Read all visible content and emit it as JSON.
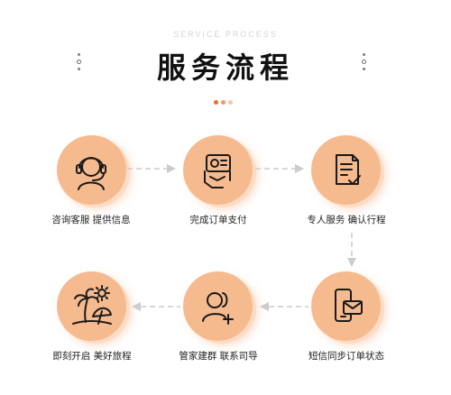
{
  "header": {
    "eyebrow": "SERVICE PROCESS",
    "title": "服务流程"
  },
  "colors": {
    "circle_fill": "#f6ba8f",
    "circle_glow": "#fcdcc4",
    "accent_dot": "#ee6e1f",
    "accent_dot_light": "#f8c6a2",
    "arrow": "#cccccc",
    "icon_stroke": "#1a1a1a"
  },
  "steps": [
    {
      "label": "咨询客服  提供信息",
      "icon": "customer-service-headset-icon"
    },
    {
      "label": "完成订单支付",
      "icon": "payment-hand-card-icon"
    },
    {
      "label": "专人服务  确认行程",
      "icon": "document-checklist-icon"
    },
    {
      "label": "短信同步订单状态",
      "icon": "phone-message-icon"
    },
    {
      "label": "管家建群  联系司导",
      "icon": "add-user-icon"
    },
    {
      "label": "即刻开启  美好旅程",
      "icon": "beach-vacation-icon"
    }
  ]
}
